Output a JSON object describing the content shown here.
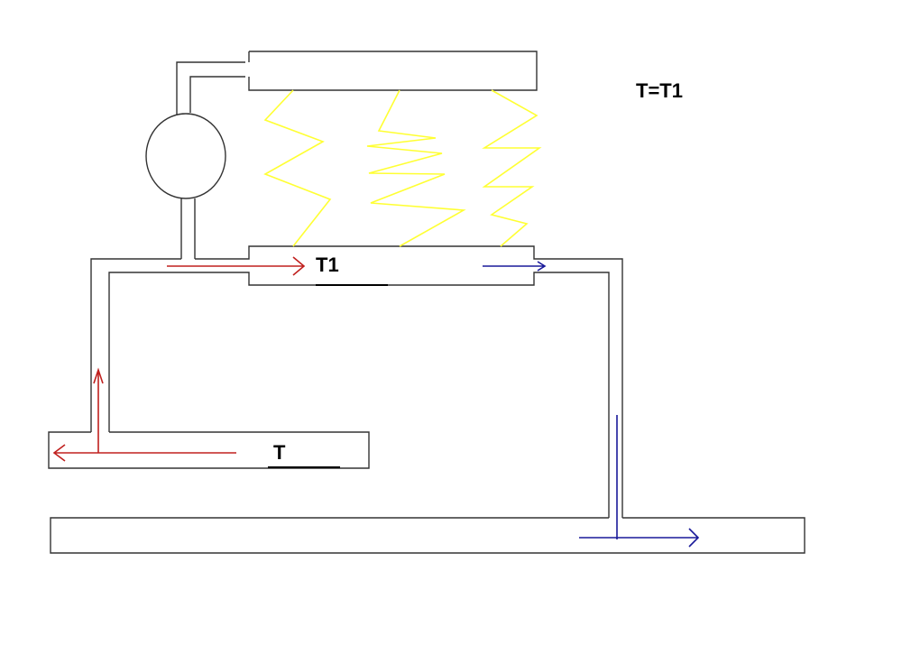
{
  "diagram": {
    "labels": {
      "equation": "T=T1",
      "tank_t1": "T1",
      "tank_t": "T"
    },
    "components": [
      {
        "id": "top-tank",
        "type": "tank"
      },
      {
        "id": "pump",
        "type": "circle"
      },
      {
        "id": "tank-t1",
        "type": "tank",
        "label": "T1"
      },
      {
        "id": "tank-t",
        "type": "tank",
        "label": "T"
      },
      {
        "id": "bottom-tank",
        "type": "tank"
      },
      {
        "id": "heat-coils",
        "type": "zigzag",
        "count": 3
      }
    ],
    "flows": [
      {
        "color": "red",
        "direction": "right",
        "location": "into T1"
      },
      {
        "color": "red",
        "direction": "up",
        "location": "left riser"
      },
      {
        "color": "red",
        "direction": "left",
        "location": "tank T"
      },
      {
        "color": "blue",
        "direction": "right",
        "location": "out of T1"
      },
      {
        "color": "blue",
        "direction": "right",
        "location": "bottom tank"
      }
    ],
    "colors": {
      "line": "#333333",
      "hot": "#c0201e",
      "cold": "#1a1a9a",
      "coil": "#ffff33"
    }
  }
}
